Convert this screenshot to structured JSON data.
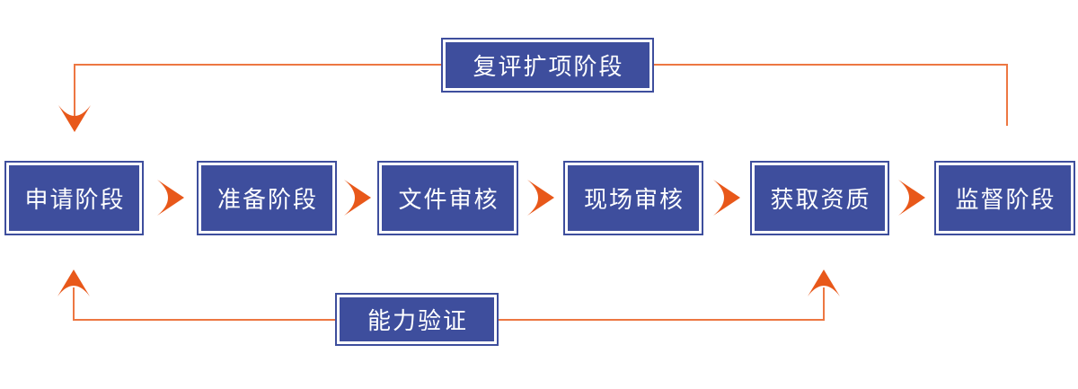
{
  "diagram": {
    "colors": {
      "box_blue": "#3E4E9D",
      "arrow_orange": "#E8581A",
      "line_orange": "#ED7742",
      "text_white": "#FFFFFF"
    },
    "stages": [
      {
        "label": "申请阶段"
      },
      {
        "label": "准备阶段"
      },
      {
        "label": "文件审核"
      },
      {
        "label": "现场审核"
      },
      {
        "label": "获取资质"
      },
      {
        "label": "监督阶段"
      }
    ],
    "loops": {
      "top": {
        "label": "复评扩项阶段"
      },
      "bottom": {
        "label": "能力验证"
      }
    }
  }
}
